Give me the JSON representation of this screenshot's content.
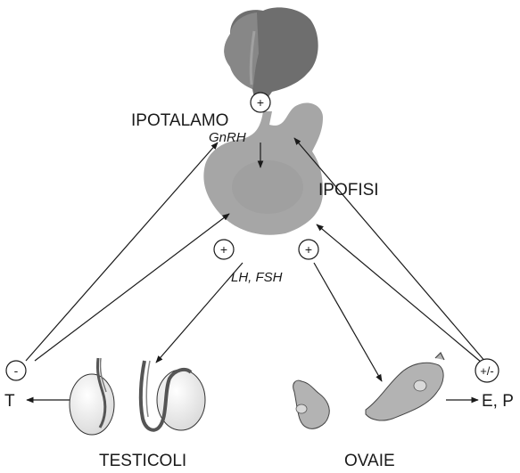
{
  "labels": {
    "hypothalamus": "IPOTALAMO",
    "gnrh": "GnRH",
    "pituitary": "IPOFISI",
    "hormones": "LH, FSH",
    "testes": "TESTICOLI",
    "ovaries": "OVAIE",
    "testosterone": "T",
    "estrogen_progesterone": "E, P"
  },
  "signs": {
    "hypothalamus_gnrh": "+",
    "pituitary_lh_testes": "+",
    "pituitary_fsh_ovaries": "+",
    "testes_feedback": "-",
    "ovaries_feedback": "+/-"
  },
  "colors": {
    "gland_gray": "#a6a6a6",
    "hypothalamus_dark": "#6e6e6e",
    "ink": "#1a1a1a",
    "organ_white": "#f5f5f5",
    "ovary_gray": "#b3b3b3"
  }
}
